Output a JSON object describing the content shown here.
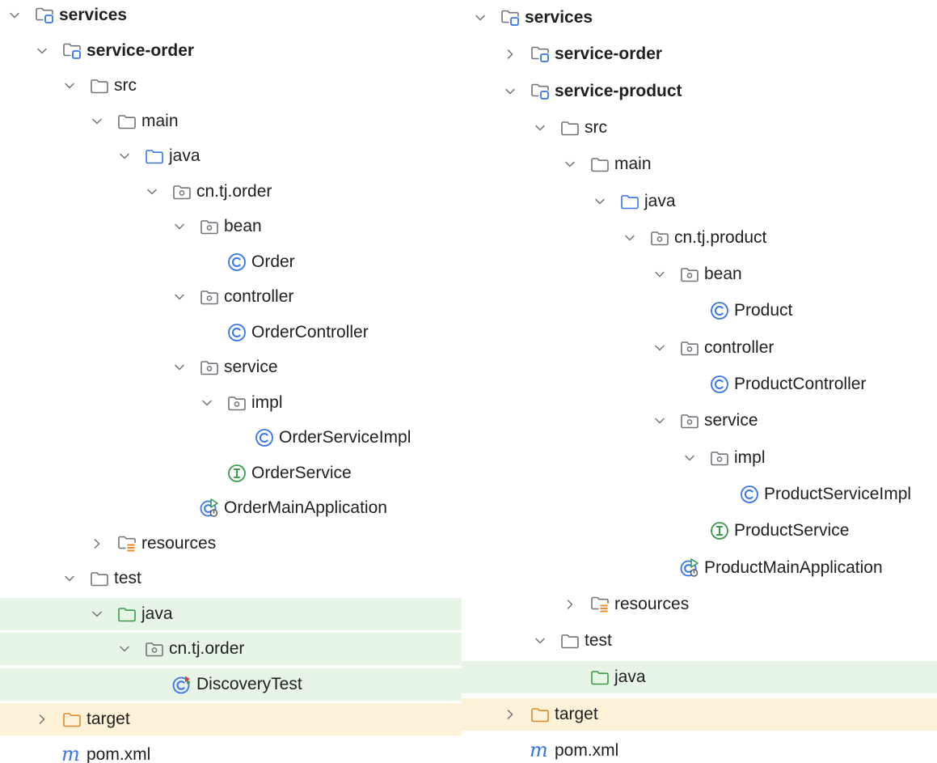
{
  "colors": {
    "folder_gray": "#6f737a",
    "folder_blue": "#3574f0",
    "folder_green": "#3a9b4a",
    "folder_orange": "#e08a2a",
    "class_blue": "#3574f0",
    "interface_green": "#3a9b4a",
    "resources_orange": "#e88b2a",
    "test_row_bg": "#e6f5e6",
    "excluded_row_bg": "#fdf1d8"
  },
  "left_tree": [
    {
      "label": "services",
      "depth": 0,
      "expand": "down",
      "icon": "module-icon",
      "bold": true
    },
    {
      "label": "service-order",
      "depth": 1,
      "expand": "down",
      "icon": "module-icon",
      "bold": true
    },
    {
      "label": "src",
      "depth": 2,
      "expand": "down",
      "icon": "folder-icon"
    },
    {
      "label": "main",
      "depth": 3,
      "expand": "down",
      "icon": "folder-icon"
    },
    {
      "label": "java",
      "depth": 4,
      "expand": "down",
      "icon": "source-folder-icon"
    },
    {
      "label": "cn.tj.order",
      "depth": 5,
      "expand": "down",
      "icon": "package-icon"
    },
    {
      "label": "bean",
      "depth": 6,
      "expand": "down",
      "icon": "package-icon"
    },
    {
      "label": "Order",
      "depth": 7,
      "expand": "none",
      "icon": "class-icon"
    },
    {
      "label": "controller",
      "depth": 6,
      "expand": "down",
      "icon": "package-icon"
    },
    {
      "label": "OrderController",
      "depth": 7,
      "expand": "none",
      "icon": "class-icon"
    },
    {
      "label": "service",
      "depth": 6,
      "expand": "down",
      "icon": "package-icon"
    },
    {
      "label": "impl",
      "depth": 7,
      "expand": "down",
      "icon": "package-icon"
    },
    {
      "label": "OrderServiceImpl",
      "depth": 8,
      "expand": "none",
      "icon": "class-icon"
    },
    {
      "label": "OrderService",
      "depth": 7,
      "expand": "none",
      "icon": "interface-icon"
    },
    {
      "label": "OrderMainApplication",
      "depth": 6,
      "expand": "none",
      "icon": "spring-boot-class-icon"
    },
    {
      "label": "resources",
      "depth": 3,
      "expand": "right",
      "icon": "resources-folder-icon"
    },
    {
      "label": "test",
      "depth": 2,
      "expand": "down",
      "icon": "folder-icon"
    },
    {
      "label": "java",
      "depth": 3,
      "expand": "down",
      "icon": "test-folder-icon",
      "highlight": "test"
    },
    {
      "label": "cn.tj.order",
      "depth": 4,
      "expand": "down",
      "icon": "package-icon",
      "highlight": "test"
    },
    {
      "label": "DiscoveryTest",
      "depth": 5,
      "expand": "none",
      "icon": "test-class-icon",
      "highlight": "test"
    },
    {
      "label": "target",
      "depth": 1,
      "expand": "right",
      "icon": "excluded-folder-icon",
      "highlight": "excluded"
    },
    {
      "label": "pom.xml",
      "depth": 1,
      "expand": "none",
      "icon": "maven-icon"
    }
  ],
  "right_tree": [
    {
      "label": "services",
      "depth": 0,
      "expand": "down",
      "icon": "module-icon",
      "bold": true
    },
    {
      "label": "service-order",
      "depth": 1,
      "expand": "right",
      "icon": "module-icon",
      "bold": true
    },
    {
      "label": "service-product",
      "depth": 1,
      "expand": "down",
      "icon": "module-icon",
      "bold": true
    },
    {
      "label": "src",
      "depth": 2,
      "expand": "down",
      "icon": "folder-icon"
    },
    {
      "label": "main",
      "depth": 3,
      "expand": "down",
      "icon": "folder-icon"
    },
    {
      "label": "java",
      "depth": 4,
      "expand": "down",
      "icon": "source-folder-icon"
    },
    {
      "label": "cn.tj.product",
      "depth": 5,
      "expand": "down",
      "icon": "package-icon"
    },
    {
      "label": "bean",
      "depth": 6,
      "expand": "down",
      "icon": "package-icon"
    },
    {
      "label": "Product",
      "depth": 7,
      "expand": "none",
      "icon": "class-icon"
    },
    {
      "label": "controller",
      "depth": 6,
      "expand": "down",
      "icon": "package-icon"
    },
    {
      "label": "ProductController",
      "depth": 7,
      "expand": "none",
      "icon": "class-icon"
    },
    {
      "label": "service",
      "depth": 6,
      "expand": "down",
      "icon": "package-icon"
    },
    {
      "label": "impl",
      "depth": 7,
      "expand": "down",
      "icon": "package-icon"
    },
    {
      "label": "ProductServiceImpl",
      "depth": 8,
      "expand": "none",
      "icon": "class-icon"
    },
    {
      "label": "ProductService",
      "depth": 7,
      "expand": "none",
      "icon": "interface-icon"
    },
    {
      "label": "ProductMainApplication",
      "depth": 6,
      "expand": "none",
      "icon": "spring-boot-class-icon"
    },
    {
      "label": "resources",
      "depth": 3,
      "expand": "right",
      "icon": "resources-folder-icon"
    },
    {
      "label": "test",
      "depth": 2,
      "expand": "down",
      "icon": "folder-icon"
    },
    {
      "label": "java",
      "depth": 3,
      "expand": "none",
      "icon": "test-folder-icon",
      "highlight": "test"
    },
    {
      "label": "target",
      "depth": 1,
      "expand": "right",
      "icon": "excluded-folder-icon",
      "highlight": "excluded"
    },
    {
      "label": "pom.xml",
      "depth": 1,
      "expand": "none",
      "icon": "maven-icon"
    }
  ]
}
